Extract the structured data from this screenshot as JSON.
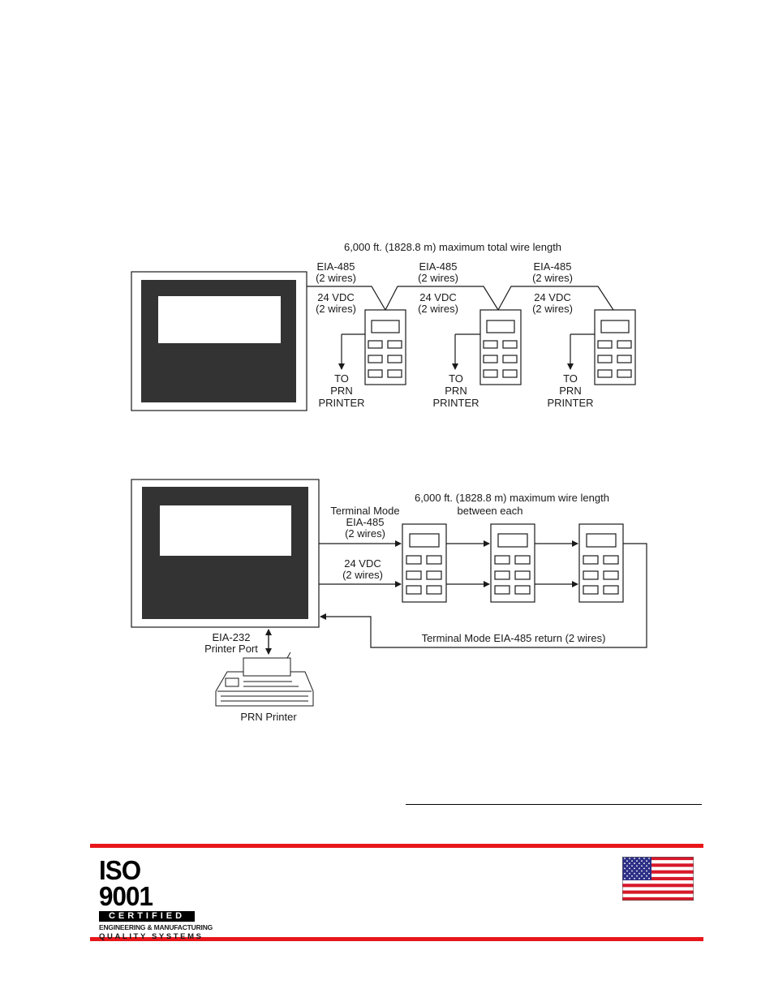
{
  "diagram1": {
    "total_length": "6,000 ft. (1828.8 m) maximum total wire length",
    "segments": [
      {
        "bus": "EIA-485",
        "bus_wires": "(2 wires)",
        "power": "24 VDC",
        "power_wires": "(2 wires)"
      },
      {
        "bus": "EIA-485",
        "bus_wires": "(2 wires)",
        "power": "24 VDC",
        "power_wires": "(2 wires)"
      },
      {
        "bus": "EIA-485",
        "bus_wires": "(2 wires)",
        "power": "24 VDC",
        "power_wires": "(2 wires)"
      }
    ],
    "printer_labels": [
      {
        "l1": "TO",
        "l2": "PRN",
        "l3": "PRINTER"
      },
      {
        "l1": "TO",
        "l2": "PRN",
        "l3": "PRINTER"
      },
      {
        "l1": "TO",
        "l2": "PRN",
        "l3": "PRINTER"
      }
    ]
  },
  "diagram2": {
    "length_line1": "6,000 ft. (1828.8 m) maximum wire length",
    "length_line2": "between each",
    "terminal_mode_l1": "Terminal Mode",
    "terminal_mode_l2": "EIA-485",
    "terminal_mode_l3": "(2 wires)",
    "power_l1": "24 VDC",
    "power_l2": "(2 wires)",
    "return_label": "Terminal Mode EIA-485 return (2 wires)",
    "port_l1": "EIA-232",
    "port_l2": "Printer Port",
    "printer_label": "PRN Printer"
  },
  "footer": {
    "iso_main": "ISO 9001",
    "iso_cert": "CERTIFIED",
    "iso_sub1": "ENGINEERING & MANUFACTURING",
    "iso_sub2": "QUALITY SYSTEMS",
    "flag_icon": "us-flag-icon",
    "colors": {
      "red_bar": "#e8161a",
      "panel_dark": "#333333",
      "flag_red": "#d8182a",
      "flag_blue": "#2c2f86"
    }
  }
}
